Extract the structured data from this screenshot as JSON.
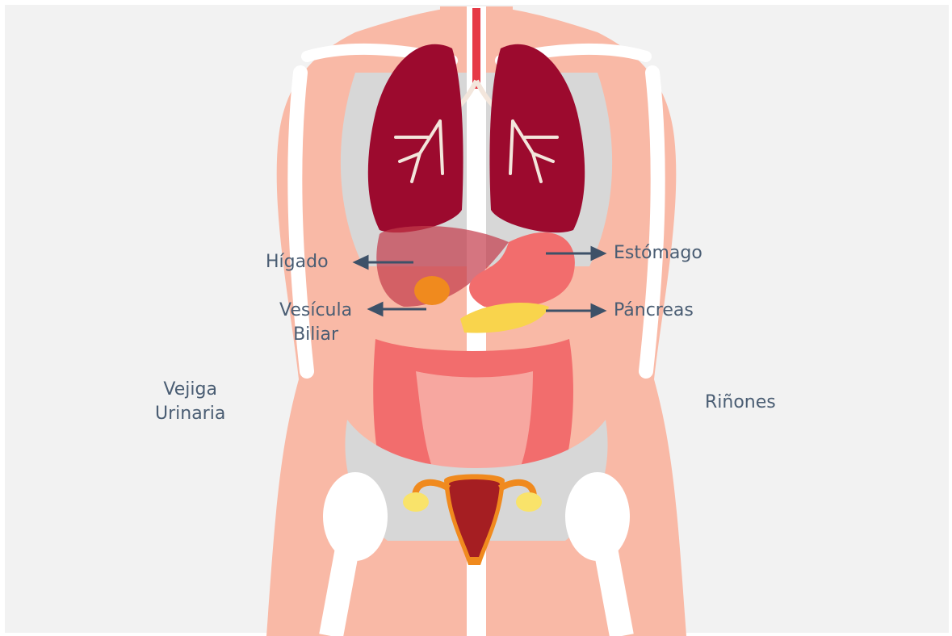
{
  "diagram": {
    "labels": {
      "liver": "Hígado",
      "stomach": "Estómago",
      "gallbladder": [
        "Vesícula",
        "Biliar"
      ],
      "pancreas": "Páncreas",
      "bladder": [
        "Vejiga",
        "Urinaria"
      ],
      "kidneys": "Riñones"
    },
    "colors": {
      "background": "#f2f2f2",
      "skin": "#f9b9a6",
      "bone": "#ffffff",
      "lung": "#9c0a2e",
      "intestine": "#f26d6d",
      "pancreas": "#f9d44c",
      "uterus": "#a51e22",
      "arrow": "#3d5168",
      "label_text": "#4a5d73"
    }
  }
}
